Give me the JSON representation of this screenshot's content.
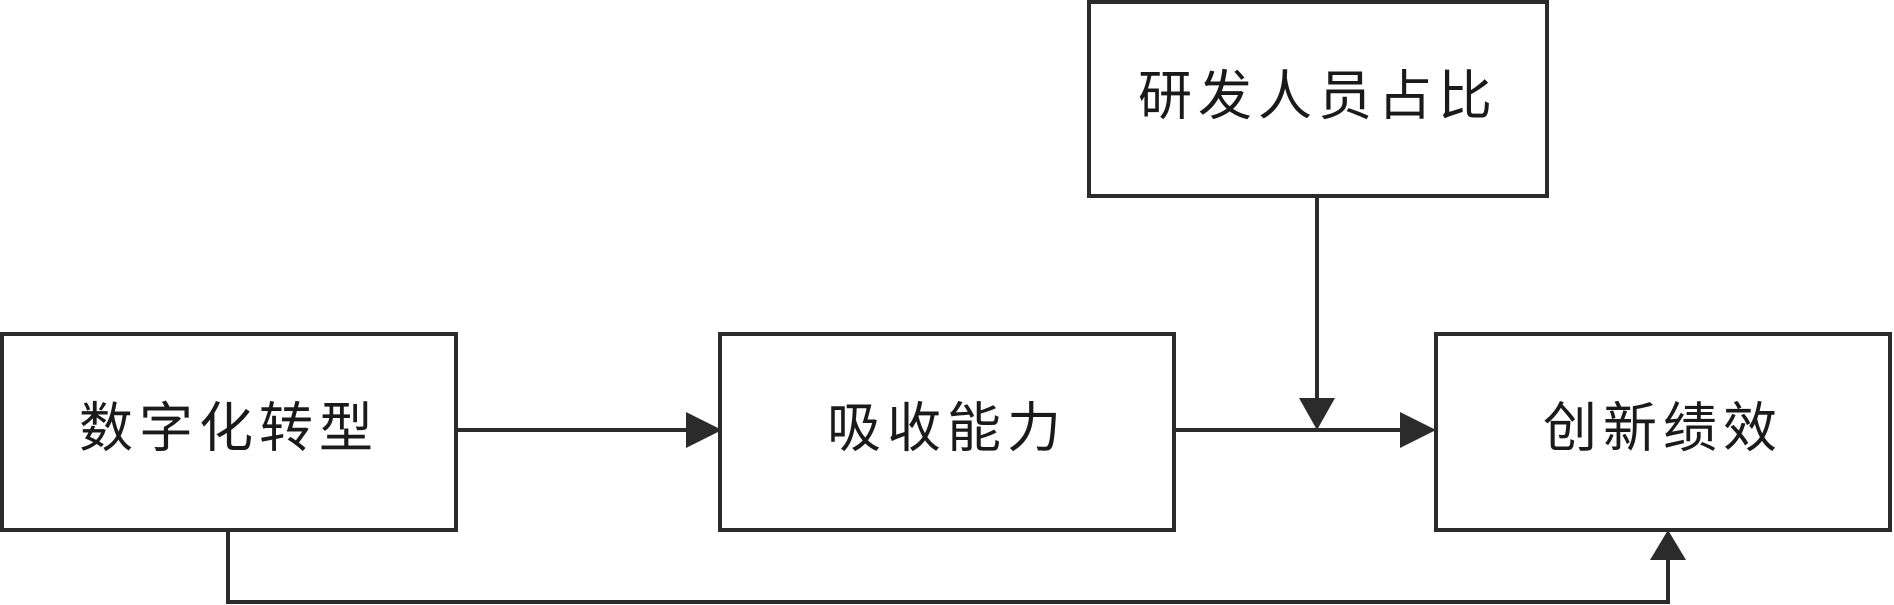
{
  "diagram": {
    "nodes": {
      "digital_transformation": "数字化转型",
      "absorptive_capacity": "吸收能力",
      "innovation_performance": "创新绩效",
      "rd_personnel_ratio": "研发人员占比"
    },
    "edges": [
      {
        "from": "digital_transformation",
        "to": "absorptive_capacity",
        "type": "direct"
      },
      {
        "from": "absorptive_capacity",
        "to": "innovation_performance",
        "type": "direct"
      },
      {
        "from": "digital_transformation",
        "to": "innovation_performance",
        "type": "direct"
      },
      {
        "from": "rd_personnel_ratio",
        "to": "absorptive_capacity-innovation_performance",
        "type": "moderation"
      }
    ],
    "colors": {
      "stroke": "#2b2b2b",
      "text": "#1a1a1a",
      "background": "#ffffff"
    }
  }
}
